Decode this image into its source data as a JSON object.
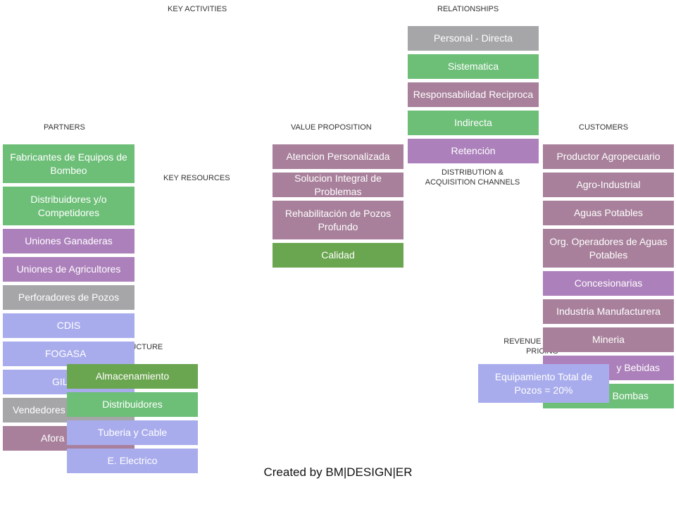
{
  "headers": {
    "key_activities": "KEY ACTIVITIES",
    "relationships": "RELATIONSHIPS",
    "partners": "PARTNERS",
    "value_proposition": "VALUE PROPOSITION",
    "customers": "CUSTOMERS",
    "key_resources": "KEY RESOURCES",
    "distribution": "DISTRIBUTION  &\nACQUISITION  CHANNELS",
    "cost_structure": "COST STRUCTURE",
    "revenue": "REVENUE  STREAMS\nPRICING"
  },
  "relationships": [
    "Personal - Directa",
    "Sistematica",
    "Responsabilidad Reciproca",
    "Indirecta",
    "Retención"
  ],
  "partners": [
    "Fabricantes de Equipos de Bombeo",
    "Distribuidores y/o Competidores",
    "Uniones Ganaderas",
    "Uniones de Agricultores",
    "Perforadores de Pozos",
    "CDIS",
    "FOGASA",
    "GIL",
    "Vendedores",
    "Afora"
  ],
  "value_proposition": [
    "Atencion Personalizada",
    "Solucion Integral de Problemas",
    "Rehabilitación de Pozos Profundo",
    "Calidad"
  ],
  "customers": [
    "Productor Agropecuario",
    "Agro-Industrial",
    "Aguas Potables",
    "Org. Operadores de Aguas Potables",
    "Concesionarias",
    "Industria Manufacturera",
    "Mineria",
    "y Bebidas",
    "dores de Bombas"
  ],
  "cost_structure": [
    "Almacenamiento",
    "Distribuidores",
    "Tuberia y Cable",
    "E. Electrico"
  ],
  "revenue": [
    "Equipamiento Total de Pozos = 20%"
  ],
  "footer": "Created by BM|DESIGN|ER",
  "colors": {
    "gray": "#a6a5a8",
    "green": "#6dbf78",
    "dark_green": "#6aa54f",
    "mauve": "#a8809b",
    "violet": "#ac80bb",
    "blue": "#a9acec"
  }
}
